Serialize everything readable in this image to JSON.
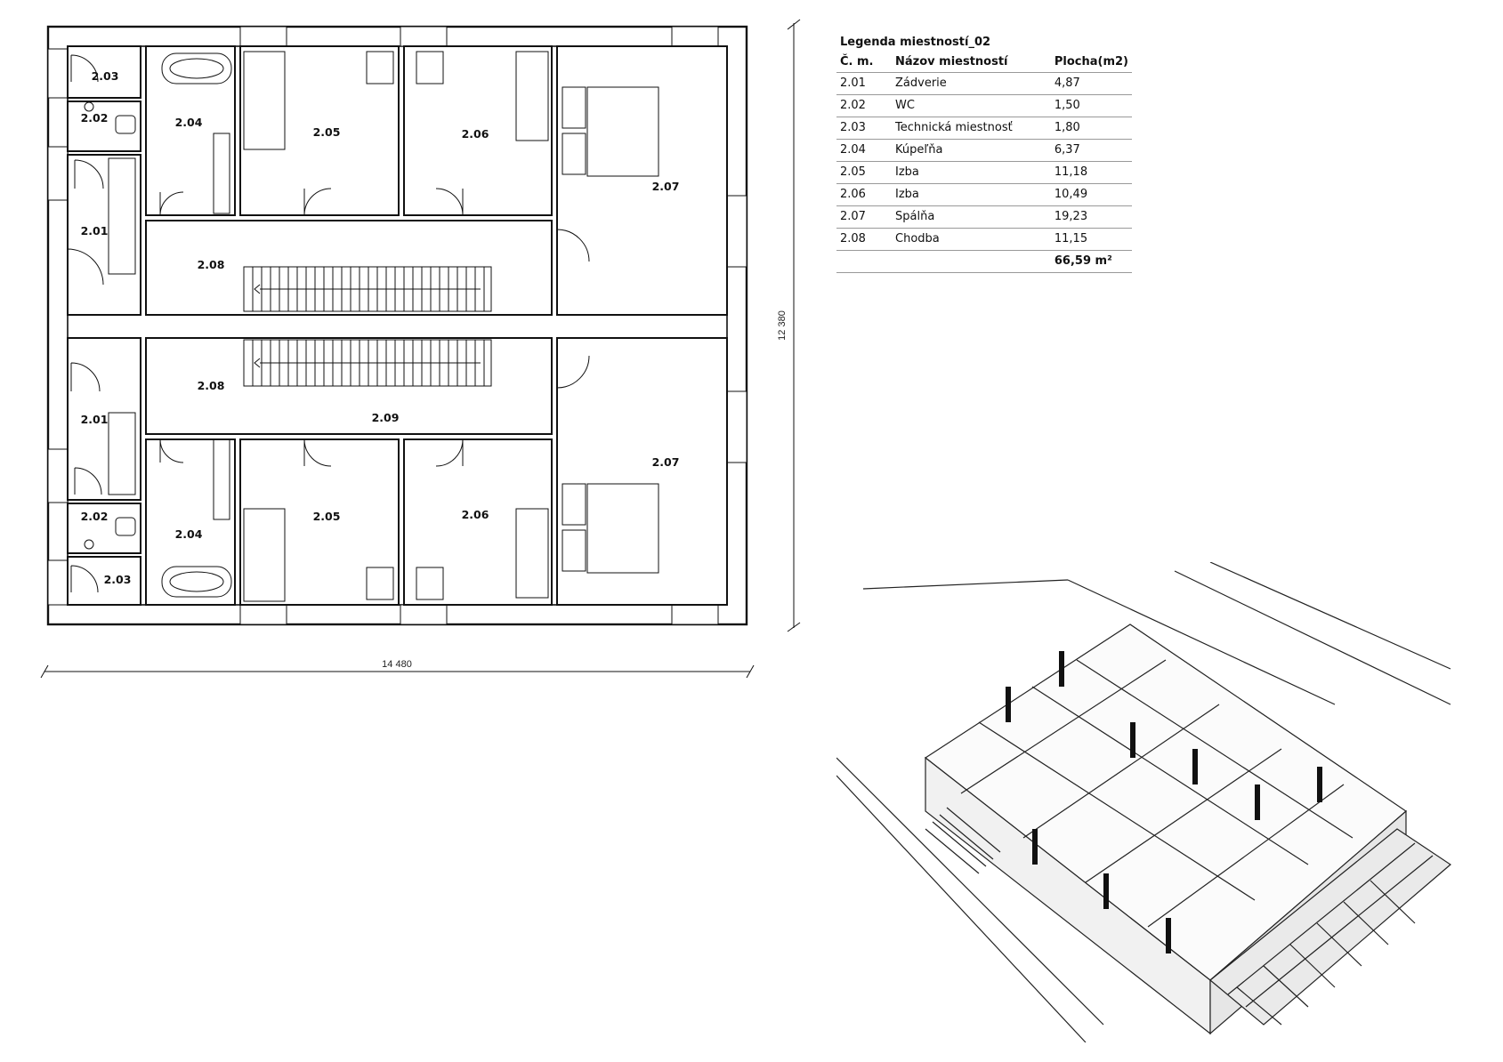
{
  "legend": {
    "title": "Legenda miestností_02",
    "headers": {
      "number": "Č. m.",
      "name": "Názov miestností",
      "area": "Plocha(m2)"
    },
    "rows": [
      {
        "number": "2.01",
        "name": "Zádverie",
        "area": "4,87"
      },
      {
        "number": "2.02",
        "name": "WC",
        "area": "1,50"
      },
      {
        "number": "2.03",
        "name": "Technická miestnosť",
        "area": "1,80"
      },
      {
        "number": "2.04",
        "name": "Kúpeľňa",
        "area": "6,37"
      },
      {
        "number": "2.05",
        "name": "Izba",
        "area": "11,18"
      },
      {
        "number": "2.06",
        "name": "Izba",
        "area": "10,49"
      },
      {
        "number": "2.07",
        "name": "Spálňa",
        "area": "19,23"
      },
      {
        "number": "2.08",
        "name": "Chodba",
        "area": "11,15"
      }
    ],
    "total": "66,59 m²"
  },
  "plan": {
    "rooms": {
      "r_203_top": "2.03",
      "r_202_top": "2.02",
      "r_204_top": "2.04",
      "r_205_top": "2.05",
      "r_206_top": "2.06",
      "r_207_top": "2.07",
      "r_201_top": "2.01",
      "r_208_top": "2.08",
      "r_208_bot": "2.08",
      "r_209": "2.09",
      "r_201_bot": "2.01",
      "r_207_bot": "2.07",
      "r_205_bot": "2.05",
      "r_206_bot": "2.06",
      "r_202_bot": "2.02",
      "r_204_bot": "2.04",
      "r_203_bot": "2.03"
    },
    "dimension_width": "14 480",
    "dimension_height": "12 380"
  },
  "colors": {
    "line": "#111111",
    "hatch": "#555555",
    "legend_rule": "#999999"
  }
}
